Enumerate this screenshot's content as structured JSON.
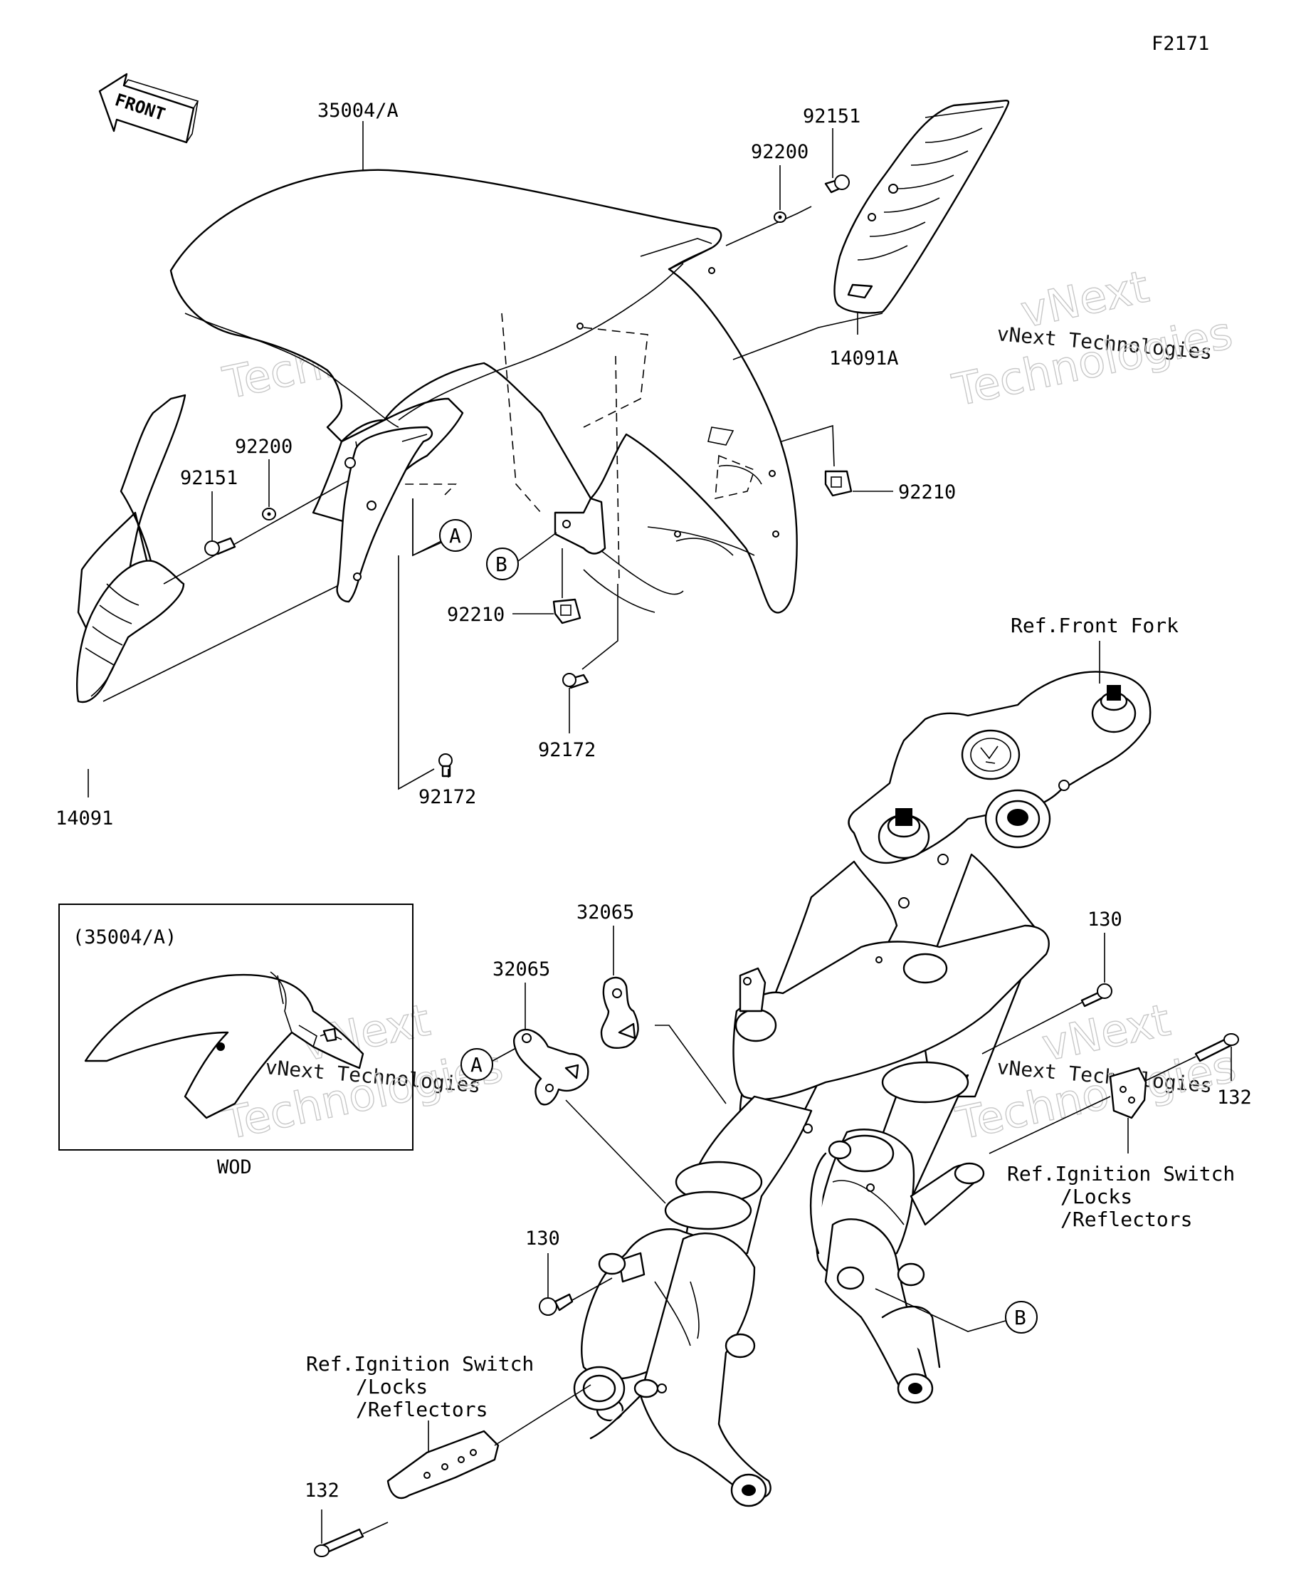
{
  "diagram_id": "F2171",
  "front_label": "FRONT",
  "watermark": {
    "line1": "vNext",
    "line2": "vNext Technologies",
    "line3": "Technologies"
  },
  "inset": {
    "title": "(35004/A)",
    "caption": "WOD"
  },
  "callouts": {
    "a": "A",
    "b": "B"
  },
  "parts": {
    "fender": "35004/A",
    "cover_right": "14091A",
    "cover_left": "14091",
    "screw_right": "92151",
    "washer_right": "92200",
    "screw_left": "92151",
    "washer_left": "92200",
    "nut_right": "92210",
    "nut_center": "92210",
    "bolt_center": "92172",
    "bolt_left": "92172",
    "bracket_upper": "32065",
    "bracket_lower": "32065",
    "bolt_130_upper": "130",
    "bolt_130_lower": "130",
    "bolt_132_right": "132",
    "bolt_132_left": "132"
  },
  "references": {
    "front_fork": "Ref.Front Fork",
    "ignition_right": [
      "Ref.Ignition Switch",
      "/Locks",
      "/Reflectors"
    ],
    "ignition_left": [
      "Ref.Ignition Switch",
      "/Locks",
      "/Reflectors"
    ]
  }
}
